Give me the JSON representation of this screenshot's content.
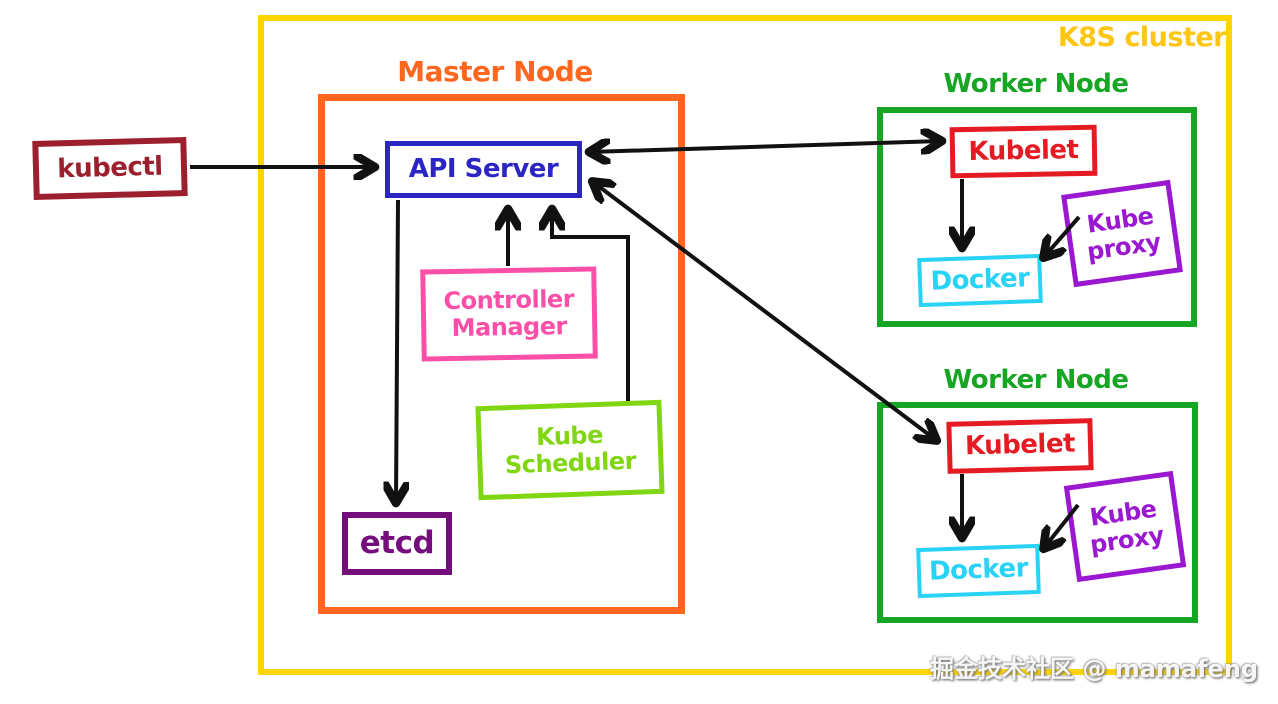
{
  "cluster": {
    "label": "K8S cluster",
    "color": "#fec513",
    "border_color": "#ffd400"
  },
  "kubectl": {
    "label": "kubectl",
    "color": "#9c1f2e"
  },
  "master": {
    "title": "Master Node",
    "color": "#ff671f",
    "api_server": {
      "label": "API Server",
      "color": "#2b26c3"
    },
    "controller_manager": {
      "label": "Controller\nManager",
      "color": "#fb4fa8"
    },
    "kube_scheduler": {
      "label": "Kube\nScheduler",
      "color": "#7fd611"
    },
    "etcd": {
      "label": "etcd",
      "color": "#750d7d"
    }
  },
  "workers": [
    {
      "title": "Worker Node",
      "color": "#17a524",
      "kubelet": {
        "label": "Kubelet",
        "color": "#e51b24"
      },
      "kube_proxy": {
        "label": "Kube\nproxy",
        "color": "#9a18cf"
      },
      "docker": {
        "label": "Docker",
        "color": "#29d3f5"
      }
    },
    {
      "title": "Worker Node",
      "color": "#17a524",
      "kubelet": {
        "label": "Kubelet",
        "color": "#e51b24"
      },
      "kube_proxy": {
        "label": "Kube\nproxy",
        "color": "#9a18cf"
      },
      "docker": {
        "label": "Docker",
        "color": "#29d3f5"
      }
    }
  ],
  "edges": [
    {
      "from": "kubectl",
      "to": "api-server",
      "arrows": "end"
    },
    {
      "from": "api-server",
      "to": "kubelet-1",
      "arrows": "both"
    },
    {
      "from": "api-server",
      "to": "kubelet-2",
      "arrows": "both"
    },
    {
      "from": "api-server",
      "to": "etcd",
      "arrows": "end"
    },
    {
      "from": "controller-manager",
      "to": "api-server",
      "arrows": "end"
    },
    {
      "from": "kube-scheduler",
      "to": "api-server",
      "arrows": "end"
    },
    {
      "from": "kubelet-1",
      "to": "docker-1",
      "arrows": "end"
    },
    {
      "from": "kube-proxy-1",
      "to": "docker-1",
      "arrows": "end"
    },
    {
      "from": "kubelet-2",
      "to": "docker-2",
      "arrows": "end"
    },
    {
      "from": "kube-proxy-2",
      "to": "docker-2",
      "arrows": "end"
    }
  ],
  "watermark": "掘金技术社区 @ mamafeng"
}
